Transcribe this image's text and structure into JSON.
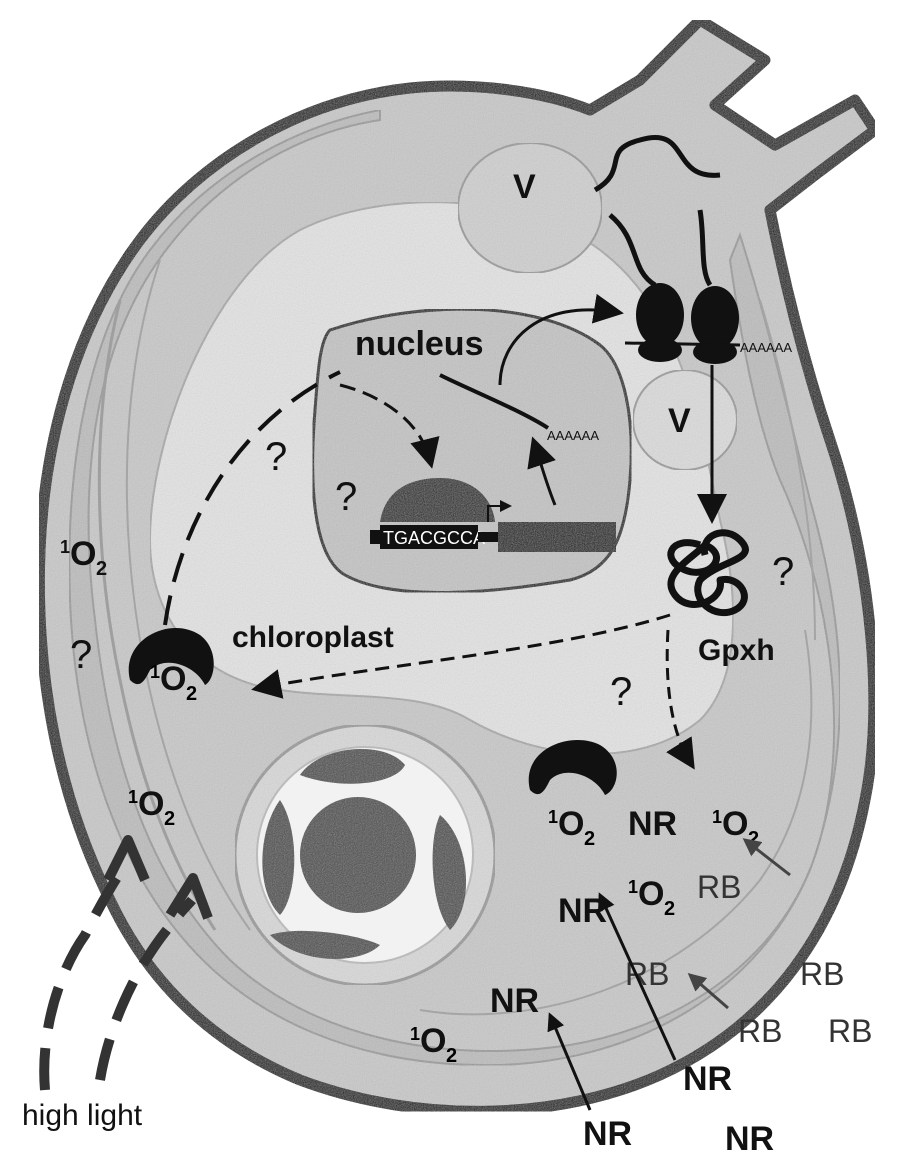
{
  "labels": {
    "nucleus": "nucleus",
    "chloroplast": "chloroplast",
    "vacuole_top": "V",
    "vacuole_mid": "V",
    "gpxh": "Gpxh",
    "sequence": "TGACGCCA",
    "polya_nucleus": "AAAAAA",
    "polya_ribosome": "AAAAAA",
    "high_light": "high light"
  },
  "question_marks": [
    "?",
    "?",
    "?",
    "?",
    "?"
  ],
  "singlet_oxygen": {
    "prefix": "1",
    "symbol": "O",
    "subscript": "2"
  },
  "reactive_labels": {
    "nr": "NR",
    "rb": "RB"
  }
}
